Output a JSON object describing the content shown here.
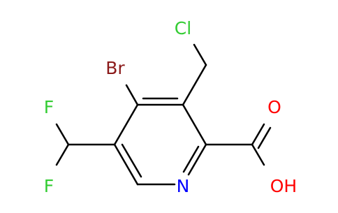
{
  "molecule": {
    "atoms": {
      "br": "Br",
      "cl": "Cl",
      "f_top": "F",
      "f_bottom": "F",
      "o_carbonyl": "O",
      "oh": "OH",
      "n_ring": "N"
    },
    "colors": {
      "bond": "#000000",
      "bromine": "#8b1a1a",
      "chlorine": "#33cc33",
      "fluorine": "#33cc33",
      "oxygen": "#ff0000",
      "nitrogen": "#0000ff"
    }
  }
}
